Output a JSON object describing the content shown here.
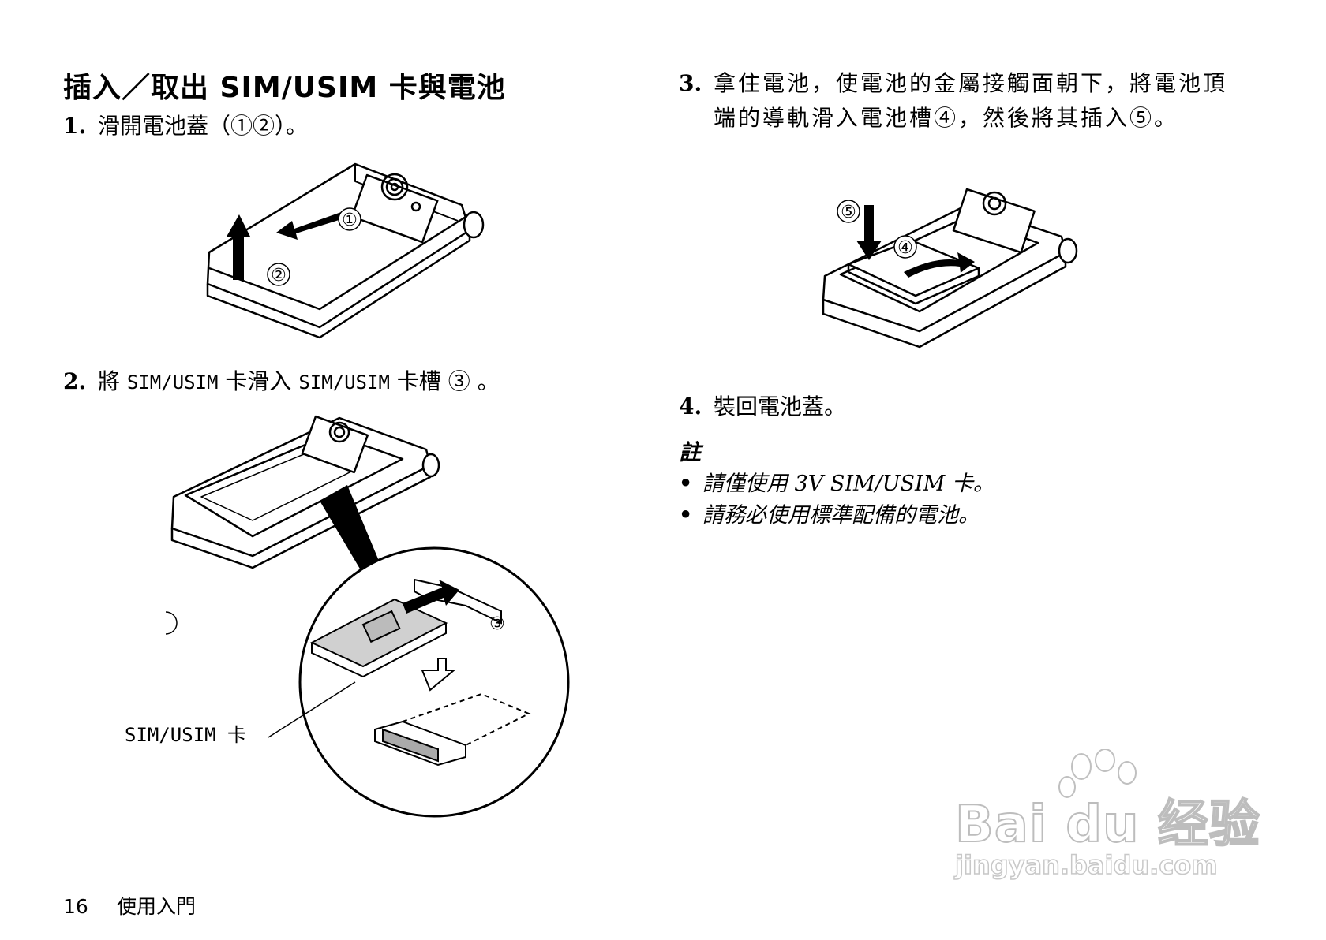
{
  "title": "插入／取出 SIM/USIM 卡與電池",
  "steps": [
    {
      "num": "1.",
      "text": "滑開電池蓋（①②）。"
    },
    {
      "num": "2.",
      "pre": "將 ",
      "code1": "SIM/USIM",
      "mid": " 卡滑入 ",
      "code2": "SIM/USIM",
      "post": " 卡槽 ③ 。"
    },
    {
      "num": "3.",
      "text": "拿住電池，使電池的金屬接觸面朝下，將電池頂端的導軌滑入電池槽④，然後將其插入⑤。"
    },
    {
      "num": "4.",
      "text": "裝回電池蓋。"
    }
  ],
  "note": {
    "heading": "註",
    "items": [
      "請僅使用 3V SIM/USIM 卡。",
      "請務必使用標準配備的電池。"
    ]
  },
  "figures": {
    "fig1": {
      "labels": [
        "①",
        "②"
      ]
    },
    "fig2": {
      "labels": [
        "③"
      ],
      "caption": "SIM/USIM 卡"
    },
    "fig3": {
      "labels": [
        "⑤",
        "④"
      ]
    }
  },
  "footer": {
    "page": "16",
    "section": "使用入門"
  },
  "watermark": {
    "main": "Bai du 经验",
    "sub": "jingyan.baidu.com"
  }
}
